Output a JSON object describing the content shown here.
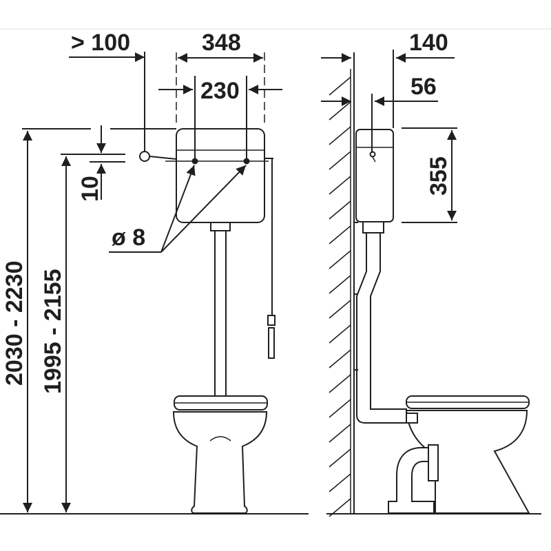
{
  "front_view": {
    "dims": {
      "min_side_clearance": "> 100",
      "cistern_width": "348",
      "fixing_hole_spacing": "230",
      "fixing_hole_offset": "10",
      "fixing_hole_diameter": "ø 8",
      "overall_height": "2030 - 2230",
      "fixing_height": "1995 - 2155"
    }
  },
  "side_view": {
    "dims": {
      "cistern_depth": "140",
      "fixing_depth": "56",
      "cistern_height": "355"
    }
  },
  "colors": {
    "line": "#1f1f1f",
    "background": "#ffffff"
  }
}
